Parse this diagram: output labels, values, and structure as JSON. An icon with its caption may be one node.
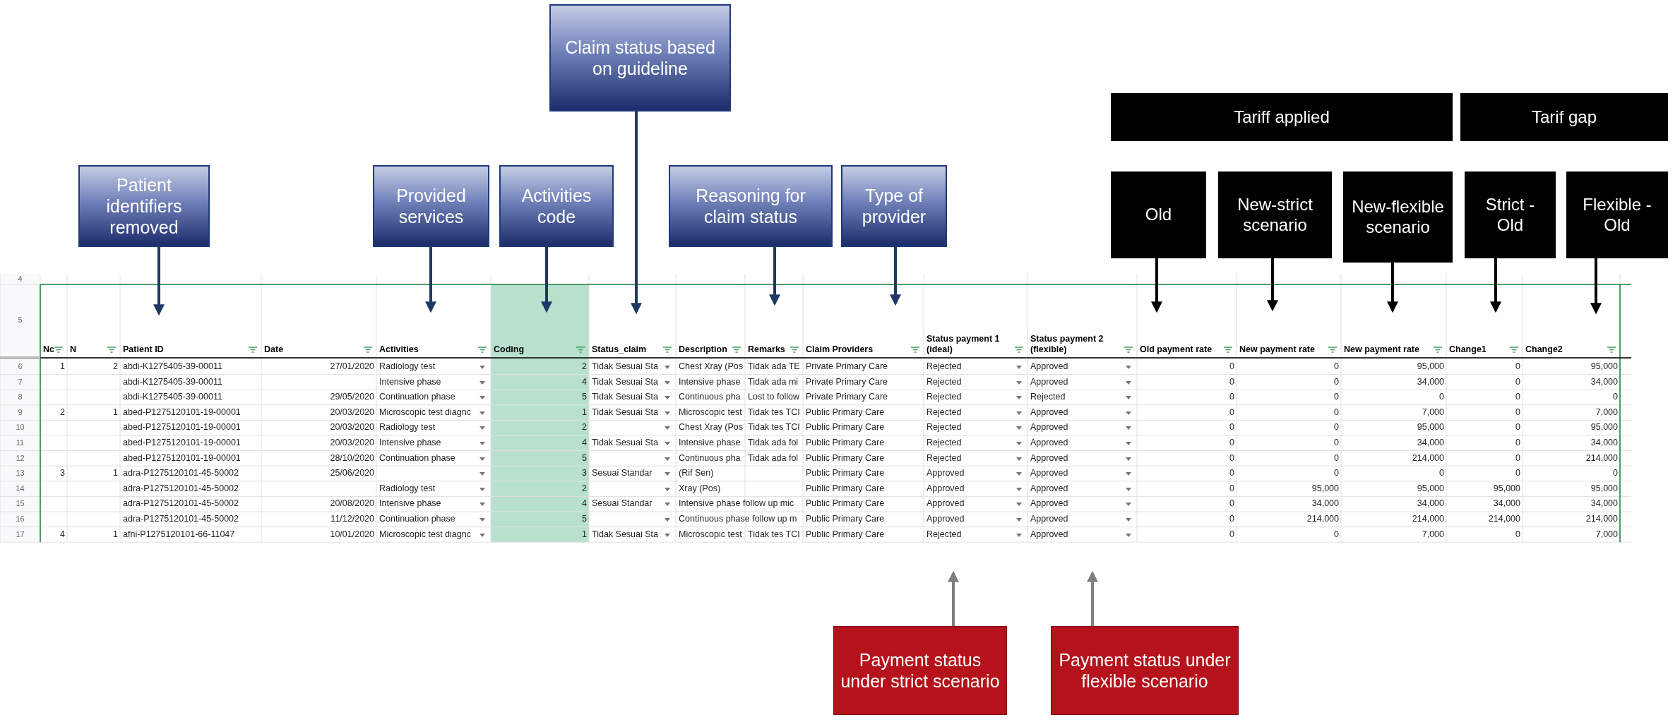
{
  "diagram": {
    "nodes": [
      {
        "text": [
          "Patient identifiers removed"
        ]
      },
      {
        "text": [
          "Provided services"
        ]
      },
      {
        "text": [
          "Activities code"
        ]
      },
      {
        "text": [
          "Claim status based on guideline"
        ]
      },
      {
        "text": [
          "Reasoning for claim status"
        ]
      },
      {
        "text": [
          "Type of provider"
        ]
      },
      {
        "text": [
          "Tariff applied"
        ]
      },
      {
        "text": [
          "Tarif gap"
        ]
      },
      {
        "text": [
          "Old"
        ]
      },
      {
        "text": [
          "New-strict scenario"
        ]
      },
      {
        "text": [
          "New-flexible scenario"
        ]
      },
      {
        "text": [
          "Strict - Old"
        ]
      },
      {
        "text": [
          "Flexible - Old"
        ]
      },
      {
        "text": [
          "Payment status under strict scenario"
        ]
      },
      {
        "text": [
          "Payment status under flexible scenario"
        ]
      }
    ],
    "edges": [
      {
        "from": 0,
        "to": null,
        "arrow": "to"
      },
      {
        "from": 1,
        "to": null,
        "arrow": "to"
      },
      {
        "from": 2,
        "to": null,
        "arrow": "to"
      },
      {
        "from": 3,
        "to": null,
        "arrow": "to"
      },
      {
        "from": 4,
        "to": null,
        "arrow": "to"
      },
      {
        "from": 5,
        "to": null,
        "arrow": "to"
      },
      {
        "from": 8,
        "to": null,
        "arrow": "to",
        "color": "#000000"
      },
      {
        "from": 9,
        "to": null,
        "arrow": "to",
        "color": "#000000"
      },
      {
        "from": 10,
        "to": null,
        "arrow": "to",
        "color": "#000000"
      },
      {
        "from": 11,
        "to": null,
        "arrow": "to",
        "color": "#000000"
      },
      {
        "from": 12,
        "to": null,
        "arrow": "to",
        "color": "#000000"
      },
      {
        "from": 13,
        "to": null,
        "arrow": "to",
        "color": "#7f7f7f"
      },
      {
        "from": 14,
        "to": null,
        "arrow": "to",
        "color": "#7f7f7f"
      }
    ],
    "labels": [
      "4",
      "5",
      "Nc",
      "N",
      "Patient ID",
      "Date",
      "Activities",
      "Coding",
      "Status_claim",
      "Description",
      "Remarks",
      "Claim Providers",
      "Status payment 1 (ideal)",
      "Status payment 2 (flexible)",
      "Old payment rate",
      "New payment rate",
      "New payment rate",
      "Change1",
      "Change2",
      "6",
      "1",
      "2",
      "abdi-K1275405-39-00011",
      "27/01/2020",
      "Radiology test",
      "2",
      "Tidak Sesuai Sta",
      "Chest Xray (Pos",
      "Tidak ada TE",
      "Private Primary Care",
      "Rejected",
      "Approved",
      "0",
      "0",
      "95,000",
      "0",
      "95,000",
      "7",
      "abdi-K1275405-39-00011",
      "Intensive phase",
      "4",
      "Tidak Sesuai Sta",
      "Intensive phase",
      "Tidak ada mi",
      "Private Primary Care",
      "Rejected",
      "Approved",
      "0",
      "0",
      "34,000",
      "0",
      "34,000",
      "8",
      "abdi-K1275405-39-00011",
      "29/05/2020",
      "Continuation phase",
      "5",
      "Tidak Sesuai Sta",
      "Continuous pha",
      "Lost to follow",
      "Private Primary Care",
      "Rejected",
      "Rejected",
      "0",
      "0",
      "0",
      "0",
      "0",
      "9",
      "2",
      "1",
      "abed-P1275120101-19-00001",
      "20/03/2020",
      "Microscopic test diagnc",
      "1",
      "Tidak Sesuai Sta",
      "Microscopic test",
      "Tidak tes TCI",
      "Public Primary Care",
      "Rejected",
      "Approved",
      "0",
      "0",
      "7,000",
      "0",
      "7,000",
      "10",
      "abed-P1275120101-19-00001",
      "20/03/2020",
      "Radiology test",
      "2",
      "Chest Xray (Pos",
      "Tidak tes TCI",
      "Public Primary Care",
      "Rejected",
      "Approved",
      "0",
      "0",
      "95,000",
      "0",
      "95,000",
      "11",
      "abed-P1275120101-19-00001",
      "20/03/2020",
      "Intensive phase",
      "4",
      "Tidak Sesuai Sta",
      "Intensive phase",
      "Tidak ada fol",
      "Public Primary Care",
      "Rejected",
      "Approved",
      "0",
      "0",
      "34,000",
      "0",
      "34,000",
      "12",
      "abed-P1275120101-19-00001",
      "28/10/2020",
      "Continuation phase",
      "5",
      "Continuous pha",
      "Tidak ada fol",
      "Public Primary Care",
      "Rejected",
      "Approved",
      "0",
      "0",
      "214,000",
      "0",
      "214,000",
      "13",
      "3",
      "1",
      "adra-P1275120101-45-50002",
      "25/06/2020",
      "3",
      "Sesuai Standar",
      "(Rif Sen)",
      "Public Primary Care",
      "Approved",
      "Approved",
      "0",
      "0",
      "0",
      "0",
      "0",
      "14",
      "adra-P1275120101-45-50002",
      "Radiology test",
      "2",
      "Xray (Pos)",
      "Public Primary Care",
      "Approved",
      "Approved",
      "0",
      "95,000",
      "95,000",
      "95,000",
      "95,000",
      "15",
      "adra-P1275120101-45-50002",
      "20/08/2020",
      "Intensive phase",
      "4",
      "Sesuai Standar",
      "Intensive phase follow up mic",
      "Public Primary Care",
      "Approved",
      "Approved",
      "0",
      "34,000",
      "34,000",
      "34,000",
      "34,000",
      "16",
      "adra-P1275120101-45-50002",
      "11/12/2020",
      "Continuation phase",
      "5",
      "Continuous phase follow up m",
      "Public Primary Care",
      "Approved",
      "Approved",
      "0",
      "214,000",
      "214,000",
      "214,000",
      "214,000",
      "17",
      "4",
      "1",
      "afni-P1275120101-66-11047",
      "10/01/2020",
      "Microscopic test diagnc",
      "1",
      "Tidak Sesuai Sta",
      "Microscopic test",
      "Tidak tes TCI",
      "Public Primary Care",
      "Rejected",
      "Approved",
      "0",
      "0",
      "7,000",
      "0",
      "7,000"
    ]
  }
}
